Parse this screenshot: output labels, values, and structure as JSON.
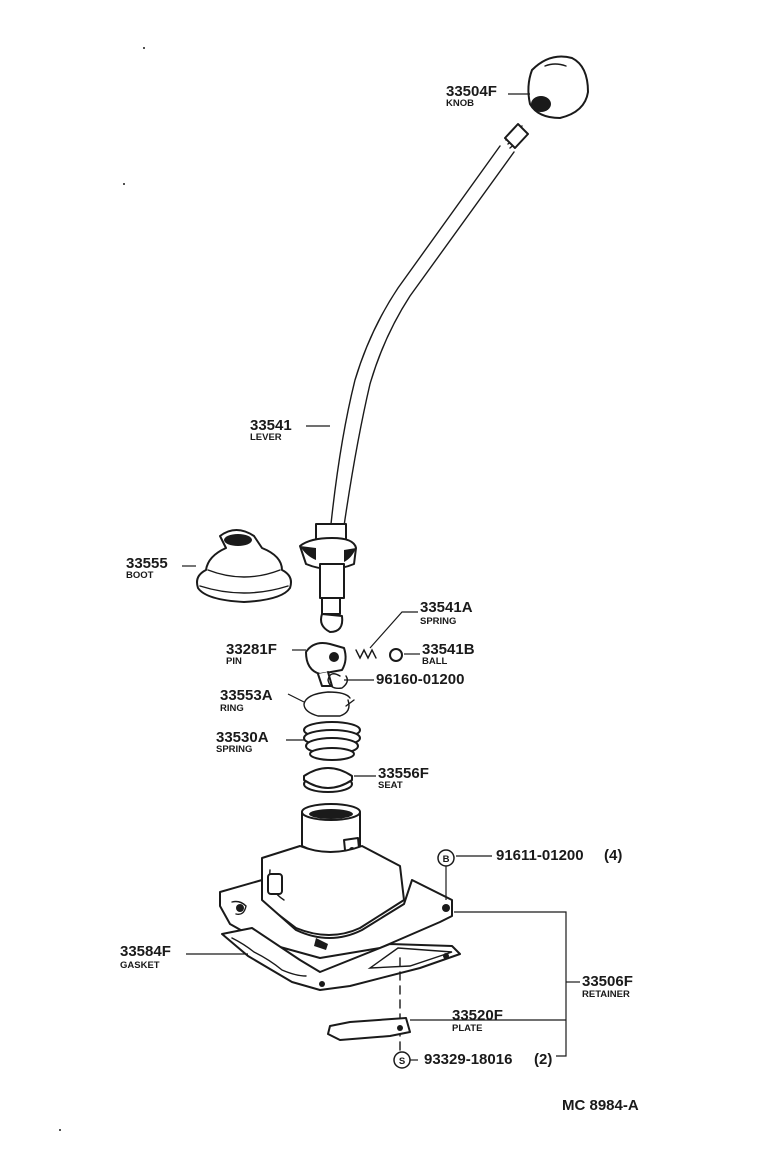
{
  "diagram": {
    "code": "MC 8984-A",
    "parts": [
      {
        "id": "knob",
        "number": "33504F",
        "name": "KNOB"
      },
      {
        "id": "lever",
        "number": "33541",
        "name": "LEVER"
      },
      {
        "id": "boot",
        "number": "33555",
        "name": "BOOT"
      },
      {
        "id": "spring_a",
        "number": "33541A",
        "name": "SPRING"
      },
      {
        "id": "pin",
        "number": "33281F",
        "name": "PIN"
      },
      {
        "id": "ball",
        "number": "33541B",
        "name": "BALL"
      },
      {
        "id": "clip",
        "number": "96160-01200",
        "name": ""
      },
      {
        "id": "ring",
        "number": "33553A",
        "name": "RING"
      },
      {
        "id": "spring_b",
        "number": "33530A",
        "name": "SPRING"
      },
      {
        "id": "seat",
        "number": "33556F",
        "name": "SEAT"
      },
      {
        "id": "bolt",
        "number": "91611-01200",
        "name": "",
        "qty": "(4)",
        "marker": "B"
      },
      {
        "id": "gasket",
        "number": "33584F",
        "name": "GASKET"
      },
      {
        "id": "retainer",
        "number": "33506F",
        "name": "RETAINER"
      },
      {
        "id": "plate",
        "number": "33520F",
        "name": "PLATE"
      },
      {
        "id": "screw",
        "number": "93329-18016",
        "name": "",
        "qty": "(2)",
        "marker": "S"
      }
    ]
  }
}
